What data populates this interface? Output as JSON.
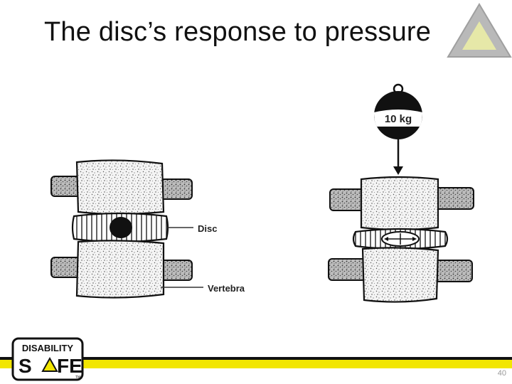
{
  "slide": {
    "title": "The disc’s response to pressure",
    "page_number": "40"
  },
  "diagram": {
    "label_disc": "Disc",
    "label_vertebra": "Vertebra",
    "weight_label": "10 kg"
  },
  "logo": {
    "line1": "DISABILITY",
    "line2_a": "S",
    "line2_b": "FE",
    "tm": "TM"
  },
  "colors": {
    "accent_yellow": "#f2e600",
    "warning_gray": "#b9b9b9",
    "warning_fill": "#e6e8a8",
    "ink": "#1a1a1a"
  }
}
